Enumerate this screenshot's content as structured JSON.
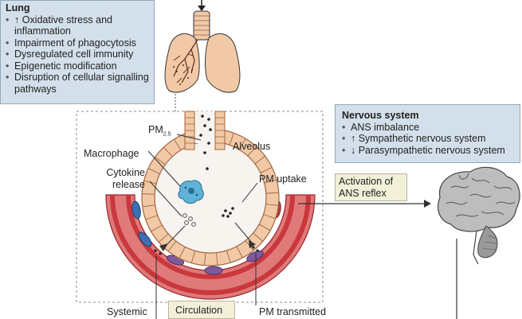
{
  "lung": {
    "title": "Lung",
    "items": [
      "↑ Oxidative stress and inflammation",
      "Impairment of phagocytosis",
      "Dysregulated cell immunity",
      "Epigenetic modification",
      "Disruption of cellular signalling pathways"
    ]
  },
  "nervous_system": {
    "title": "Nervous system",
    "items": [
      "ANS imbalance",
      "↑ Sympathetic nervous system",
      "↓ Parasympathetic nervous system"
    ]
  },
  "labels": {
    "pm": "PM",
    "pm_sub": "2.5",
    "alveolus": "Alveolus",
    "macrophage": "Macrophage",
    "cytokine_line1": "Cytokine",
    "cytokine_line2": "release",
    "pm_uptake": "PM uptake",
    "activation_line1": "Activation of",
    "activation_line2": "ANS reflex",
    "circulation": "Circulation",
    "systemic": "Systemic",
    "pm_transmitted": "PM transmitted"
  },
  "colors": {
    "box_blue": "#d3dfea",
    "box_cream": "#f3f0d9",
    "lung_tissue": "#f2c9a6",
    "vessel_red": "#c8383c",
    "rbc_blue": "#3b6fb0",
    "rbc_purple": "#7d5a9e",
    "brain_gray": "#b8b8b8"
  }
}
